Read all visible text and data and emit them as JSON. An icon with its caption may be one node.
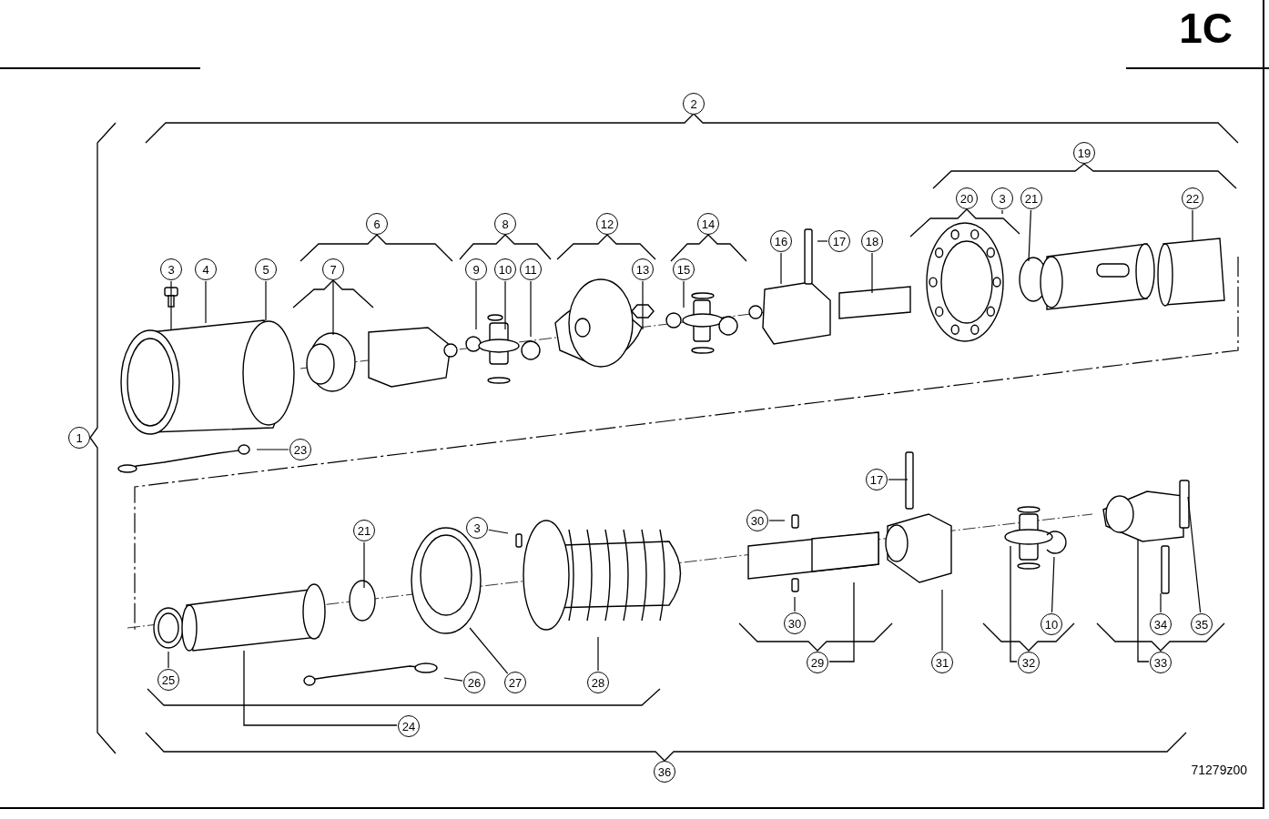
{
  "diagram": {
    "nodes": [
      {
        "text": [
          "2"
        ]
      },
      {
        "text": [
          "19"
        ]
      },
      {
        "text": [
          "20"
        ]
      },
      {
        "text": [
          "3"
        ]
      },
      {
        "text": [
          "21"
        ]
      },
      {
        "text": [
          "22"
        ]
      },
      {
        "text": [
          "6"
        ]
      },
      {
        "text": [
          "8"
        ]
      },
      {
        "text": [
          "12"
        ]
      },
      {
        "text": [
          "14"
        ]
      },
      {
        "text": [
          "16"
        ]
      },
      {
        "text": [
          "17"
        ]
      },
      {
        "text": [
          "18"
        ]
      },
      {
        "text": [
          "3"
        ]
      },
      {
        "text": [
          "4"
        ]
      },
      {
        "text": [
          "5"
        ]
      },
      {
        "text": [
          "7"
        ]
      },
      {
        "text": [
          "9"
        ]
      },
      {
        "text": [
          "10"
        ]
      },
      {
        "text": [
          "11"
        ]
      },
      {
        "text": [
          "13"
        ]
      },
      {
        "text": [
          "15"
        ]
      },
      {
        "text": [
          "23"
        ]
      },
      {
        "text": [
          "1"
        ]
      },
      {
        "text": [
          "17"
        ]
      },
      {
        "text": [
          "3"
        ]
      },
      {
        "text": [
          "21"
        ]
      },
      {
        "text": [
          "30"
        ]
      },
      {
        "text": [
          "30"
        ]
      },
      {
        "text": [
          "25"
        ]
      },
      {
        "text": [
          "26"
        ]
      },
      {
        "text": [
          "27"
        ]
      },
      {
        "text": [
          "28"
        ]
      },
      {
        "text": [
          "29"
        ]
      },
      {
        "text": [
          "31"
        ]
      },
      {
        "text": [
          "32"
        ]
      },
      {
        "text": [
          "10"
        ]
      },
      {
        "text": [
          "34"
        ]
      },
      {
        "text": [
          "35"
        ]
      },
      {
        "text": [
          "33"
        ]
      },
      {
        "text": [
          "24"
        ]
      },
      {
        "text": [
          "36"
        ]
      }
    ],
    "edges": [
      {
        "from": 3,
        "to": null,
        "arrow": "none"
      },
      {
        "from": 4,
        "to": null,
        "arrow": "none"
      },
      {
        "from": 5,
        "to": null,
        "arrow": "none"
      },
      {
        "from": 10,
        "to": null,
        "arrow": "none"
      },
      {
        "from": 11,
        "to": null,
        "arrow": "none"
      },
      {
        "from": 12,
        "to": null,
        "arrow": "none"
      },
      {
        "from": 13,
        "to": null,
        "arrow": "none"
      },
      {
        "from": 14,
        "to": null,
        "arrow": "none"
      },
      {
        "from": 15,
        "to": null,
        "arrow": "none"
      },
      {
        "from": 16,
        "to": null,
        "arrow": "none"
      },
      {
        "from": 17,
        "to": null,
        "arrow": "none"
      },
      {
        "from": 18,
        "to": null,
        "arrow": "none"
      },
      {
        "from": 19,
        "to": null,
        "arrow": "none"
      },
      {
        "from": 20,
        "to": null,
        "arrow": "none"
      },
      {
        "from": 21,
        "to": null,
        "arrow": "none"
      },
      {
        "from": 22,
        "to": null,
        "arrow": "none"
      },
      {
        "from": 24,
        "to": null,
        "arrow": "none"
      },
      {
        "from": 25,
        "to": null,
        "arrow": "none"
      },
      {
        "from": 26,
        "to": null,
        "arrow": "none"
      },
      {
        "from": 27,
        "to": null,
        "arrow": "none"
      },
      {
        "from": 28,
        "to": null,
        "arrow": "none"
      },
      {
        "from": 29,
        "to": null,
        "arrow": "none"
      },
      {
        "from": 30,
        "to": null,
        "arrow": "none"
      },
      {
        "from": 31,
        "to": null,
        "arrow": "none"
      },
      {
        "from": 32,
        "to": null,
        "arrow": "none"
      },
      {
        "from": 34,
        "to": null,
        "arrow": "none"
      },
      {
        "from": 36,
        "to": null,
        "arrow": "none"
      },
      {
        "from": 37,
        "to": null,
        "arrow": "none"
      },
      {
        "from": 38,
        "to": null,
        "arrow": "none"
      }
    ],
    "labels": [
      "1C",
      "71279z00"
    ]
  }
}
